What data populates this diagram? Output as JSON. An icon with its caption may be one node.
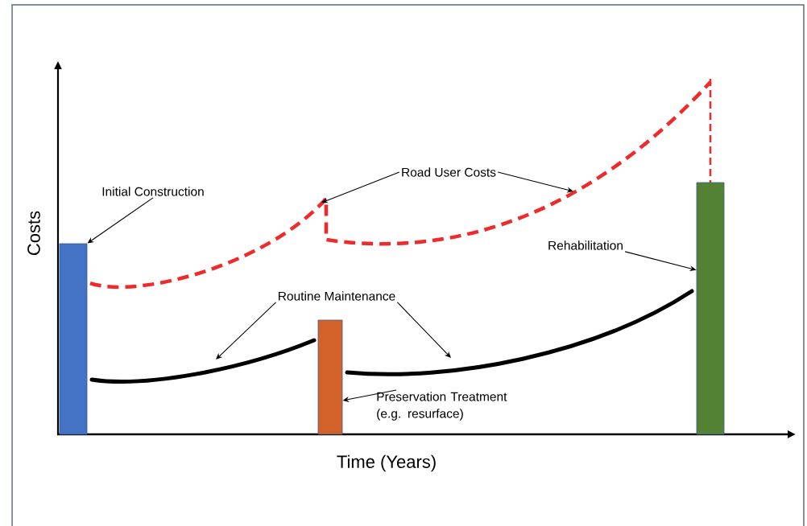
{
  "diagram": {
    "nodes": [
      {
        "text": [
          "Initial Construction"
        ]
      },
      {
        "text": [],
        "shape": "bar"
      },
      {
        "text": [
          "Road User Costs"
        ]
      },
      {
        "text": [
          "Routine Maintenance"
        ]
      },
      {
        "text": [],
        "shape": "bar"
      },
      {
        "text": [
          "Preservation Treatment (e.g. resurface)"
        ]
      },
      {
        "text": [
          "Rehabilitation"
        ]
      },
      {
        "text": [],
        "shape": "bar"
      }
    ],
    "edges": [
      {
        "from": 0,
        "to": 1,
        "arrow": "to"
      },
      {
        "from": 2,
        "to": null,
        "arrow": "to"
      },
      {
        "from": 2,
        "to": null,
        "arrow": "to"
      },
      {
        "from": 3,
        "to": null,
        "arrow": "to"
      },
      {
        "from": 3,
        "to": null,
        "arrow": "to"
      },
      {
        "from": 5,
        "to": 4,
        "arrow": "to"
      },
      {
        "from": 6,
        "to": 7,
        "arrow": "to"
      }
    ],
    "labels": [
      "Costs",
      "Time (Years)"
    ]
  }
}
